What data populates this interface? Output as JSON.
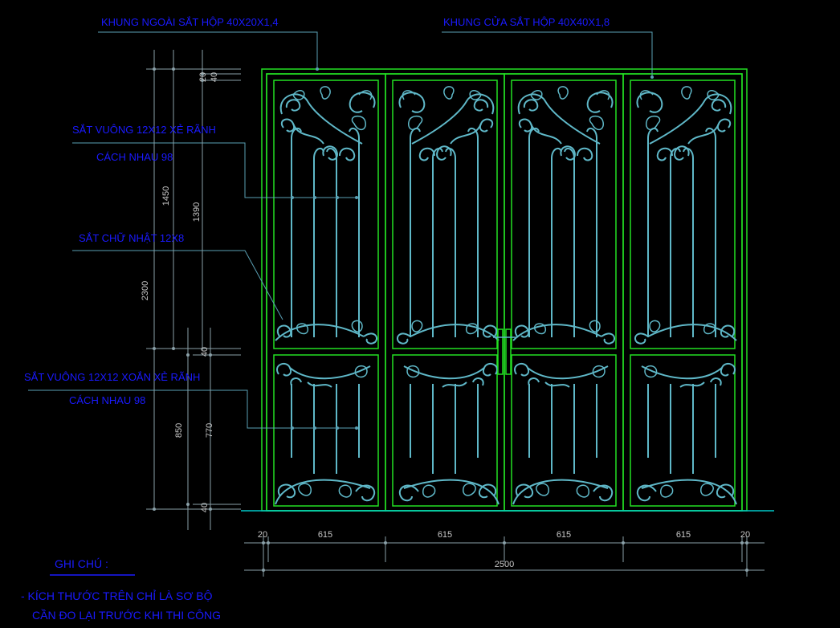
{
  "labels": {
    "outer_frame": "KHUNG NGOÀI SẮT HỘP 40X20X1,4",
    "door_frame": "KHUNG CỬA SẮT HỘP 40X40X1,8",
    "square_bar_1": "SẮT VUÔNG 12X12 XẺ RÃNH",
    "square_bar_1_spacing": "CÁCH NHAU 98",
    "rect_bar": "SẮT CHỮ NHẬT 12X8",
    "square_bar_2": "SẮT VUÔNG 12X12 XOẮN XẺ RÃNH",
    "square_bar_2_spacing": "CÁCH NHAU 98"
  },
  "dimensions": {
    "left": {
      "top_20": "20",
      "top_40": "40",
      "upper_1450": "1450",
      "upper_1390": "1390",
      "total_2300": "2300",
      "mid_40": "40",
      "lower_850": "850",
      "lower_770": "770",
      "bottom_40": "40"
    },
    "bottom": {
      "edge_left": "20",
      "panel_1": "615",
      "panel_2": "615",
      "panel_3": "615",
      "panel_4": "615",
      "edge_right": "20",
      "total": "2500"
    }
  },
  "notes": {
    "title": "GHI CHÚ :",
    "line1": "- KÍCH THƯỚC TRÊN CHỈ LÀ SƠ BỘ",
    "line2": "CẦN ĐO LẠI TRƯỚC KHI THI CÔNG"
  },
  "colors": {
    "background": "#000000",
    "frame": "#22e022",
    "ornament": "#5fb8c8",
    "leader": "#5aa0b4",
    "label": "#1a1aff",
    "dimension": "#c8c8c8",
    "ground": "#00c8c8"
  }
}
